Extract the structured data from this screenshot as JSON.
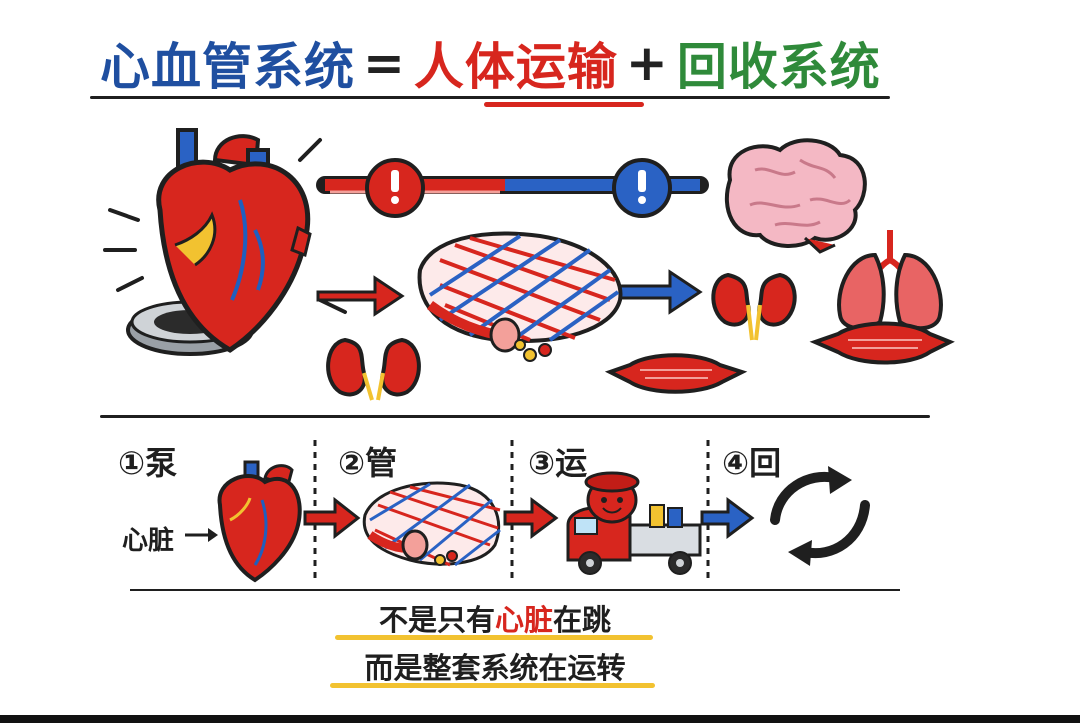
{
  "title": {
    "part1": "心血管系统",
    "equals": "=",
    "part2": "人体运输",
    "plus": "+",
    "part3": "回收系统"
  },
  "colors": {
    "blue": "#1f4fa0",
    "red": "#d7261e",
    "green": "#2f8a3a",
    "artery_red": "#d7261e",
    "vein_blue": "#1f5fbf",
    "highlight_yellow": "#f2c230"
  },
  "illustration": {
    "icons": [
      "heart-icon",
      "alert-icon",
      "capillary-net-icon",
      "brain-icon",
      "lungs-icon",
      "kidneys-icon",
      "muscle-icon",
      "pump-base-icon"
    ]
  },
  "steps": [
    {
      "label": "①泵",
      "icon": "heart-icon"
    },
    {
      "label": "②管",
      "icon": "vessel-net-icon"
    },
    {
      "label": "③运",
      "icon": "delivery-truck-icon"
    },
    {
      "label": "④回",
      "icon": "cycle-arrows-icon"
    }
  ],
  "heart_label": "心脏",
  "caption": {
    "line1_a": "不是只有",
    "line1_hl": "心脏",
    "line1_b": "在跳",
    "line2": "而是整套系统在运转"
  }
}
